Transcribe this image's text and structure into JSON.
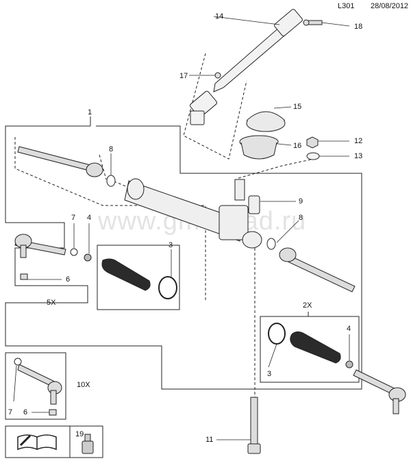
{
  "header": {
    "diagram_code": "L301",
    "date": "28/08/2012"
  },
  "watermark": "www.gm-sklad.ru",
  "callouts": {
    "c14": "14",
    "c18": "18",
    "c17": "17",
    "c15": "15",
    "c16": "16",
    "c12": "12",
    "c13": "13",
    "c1": "1",
    "c8a": "8",
    "c9": "9",
    "c8b": "8",
    "c7a": "7",
    "c4a": "4",
    "c3a": "3",
    "c6a": "6",
    "c5x": "5X",
    "c2x": "2X",
    "c4b": "4",
    "c3b": "3",
    "c10x": "10X",
    "c7b": "7",
    "c6b": "6",
    "c11": "11",
    "c19": "19"
  },
  "icons": {
    "manual": "book-wrench-icon",
    "lubricant": "grease-tube-icon"
  }
}
